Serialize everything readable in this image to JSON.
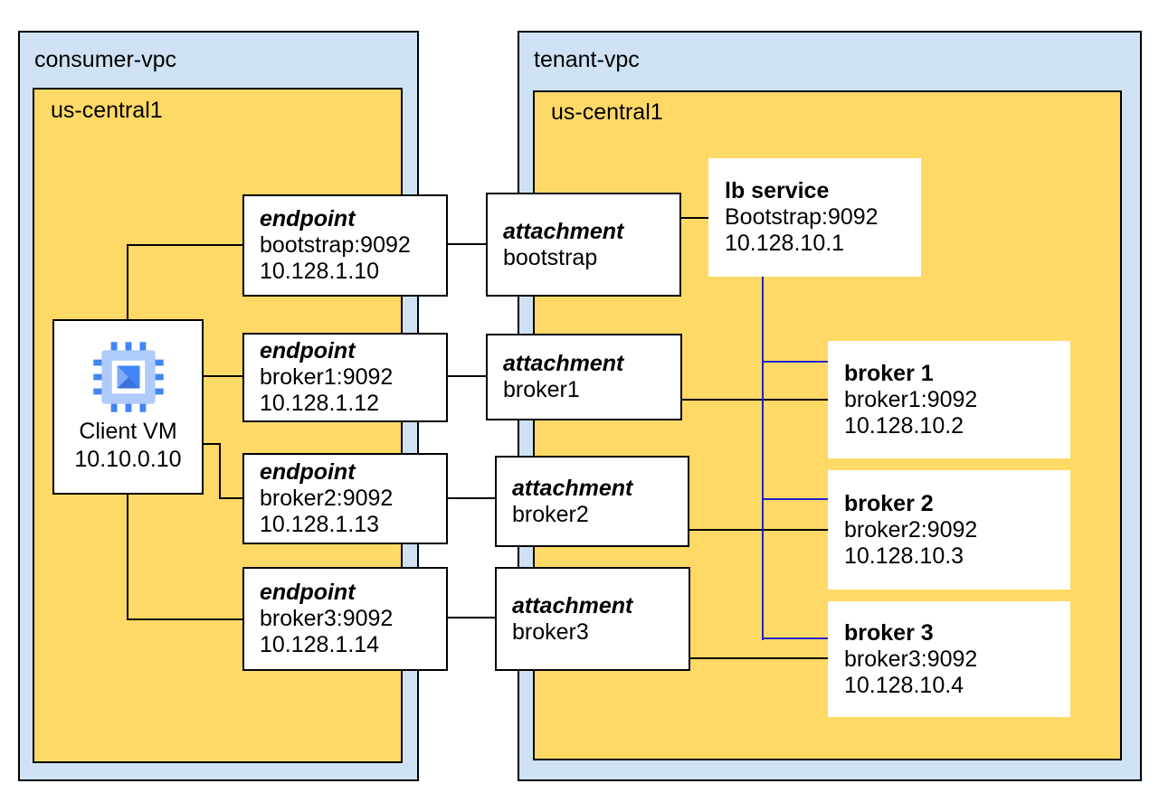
{
  "consumer_vpc": {
    "label": "consumer-vpc",
    "region": "us-central1"
  },
  "tenant_vpc": {
    "label": "tenant-vpc",
    "region": "us-central1"
  },
  "client_vm": {
    "name": "Client VM",
    "ip": "10.10.0.10"
  },
  "endpoints": [
    {
      "title": "endpoint",
      "service": "bootstrap:9092",
      "ip": "10.128.1.10"
    },
    {
      "title": "endpoint",
      "service": "broker1:9092",
      "ip": "10.128.1.12"
    },
    {
      "title": "endpoint",
      "service": "broker2:9092",
      "ip": "10.128.1.13"
    },
    {
      "title": "endpoint",
      "service": "broker3:9092",
      "ip": "10.128.1.14"
    }
  ],
  "attachments": [
    {
      "title": "attachment",
      "name": "bootstrap"
    },
    {
      "title": "attachment",
      "name": "broker1"
    },
    {
      "title": "attachment",
      "name": "broker2"
    },
    {
      "title": "attachment",
      "name": "broker3"
    }
  ],
  "lb_service": {
    "title": "lb service",
    "service": "Bootstrap:9092",
    "ip": "10.128.10.1"
  },
  "brokers": [
    {
      "title": "broker 1",
      "service": "broker1:9092",
      "ip": "10.128.10.2"
    },
    {
      "title": "broker 2",
      "service": "broker2:9092",
      "ip": "10.128.10.3"
    },
    {
      "title": "broker 3",
      "service": "broker3:9092",
      "ip": "10.128.10.4"
    }
  ],
  "icons": {
    "client_vm": "compute-engine-chip-icon"
  },
  "colors": {
    "vpc_fill": "#cfe2f3",
    "region_fill": "#ffd966",
    "box_border": "#000000",
    "line": "#000000",
    "lb_line": "#2121cc",
    "icon_blue": "#4285f4",
    "icon_light_blue": "#aecbfa"
  }
}
